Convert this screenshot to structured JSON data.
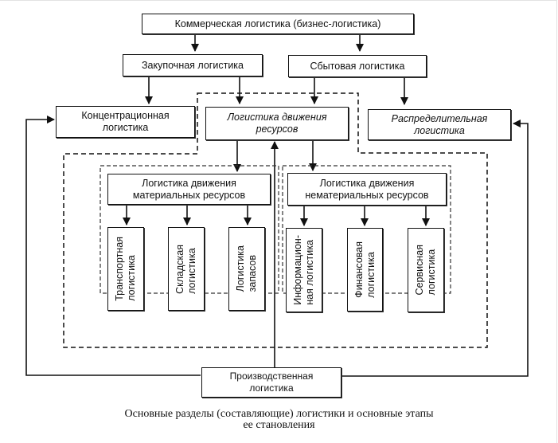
{
  "diagram": {
    "title_box": "Коммерческая логистика (бизнес-логистика)",
    "level2": {
      "purchasing": "Закупочная логистика",
      "sales": "Сбытовая логистика"
    },
    "level3": {
      "concentration": "Концентрационная\nлогистика",
      "resource_flow": "Логистика движения\nресурсов",
      "distribution": "Распределительная\nлогистика"
    },
    "level4": {
      "material": "Логистика движения\nматериальных ресурсов",
      "nonmaterial": "Логистика движения\nнематериальных ресурсов"
    },
    "material_children": [
      "Транспортная\nлогистика",
      "Складская\nлогистика",
      "Логистика\nзапасов"
    ],
    "nonmaterial_children": [
      "Информацион-\nная логистика",
      "Финансовая\nлогистика",
      "Сервисная\nлогистика"
    ],
    "production": "Производственная\nлогистика"
  },
  "caption": {
    "line1": "Основные разделы (составляющие) логистики и основные этапы",
    "line2": "ее становления"
  }
}
